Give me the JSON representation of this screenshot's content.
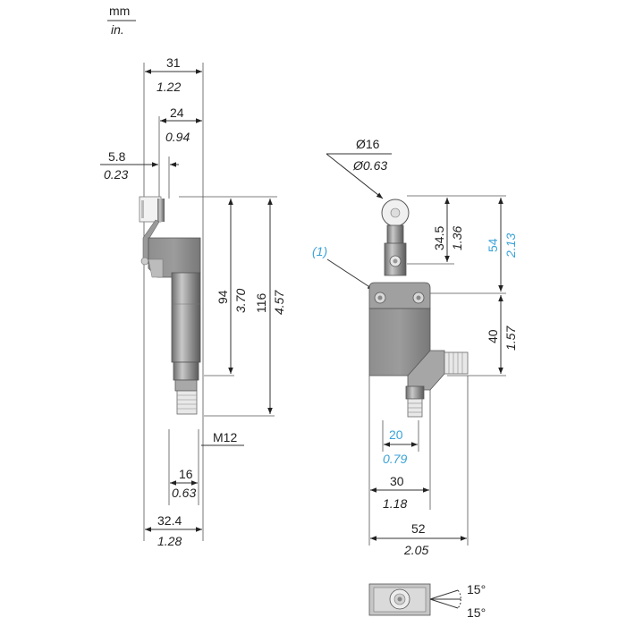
{
  "units": {
    "primary": "mm",
    "secondary": "in."
  },
  "side_view": {
    "width_overall": {
      "mm": "31",
      "in": "1.22"
    },
    "lever_offset": {
      "mm": "24",
      "in": "0.94"
    },
    "lever_thickness": {
      "mm": "5.8",
      "in": "0.23"
    },
    "height_body": {
      "mm": "94",
      "in": "3.70"
    },
    "height_total": {
      "mm": "116",
      "in": "4.57"
    },
    "connector": "M12",
    "connector_width": {
      "mm": "16",
      "in": "0.63"
    },
    "base_width": {
      "mm": "32.4",
      "in": "1.28"
    }
  },
  "front_view": {
    "roller_diameter": {
      "mm": "Ø16",
      "in": "Ø0.63"
    },
    "roller_height": {
      "mm": "34.5",
      "in": "1.36"
    },
    "actuator_height": {
      "mm": "54",
      "in": "2.13"
    },
    "body_height": {
      "mm": "40",
      "in": "1.57"
    },
    "mount_spacing": {
      "mm": "20",
      "in": "0.79"
    },
    "body_width": {
      "mm": "30",
      "in": "1.18"
    },
    "total_width": {
      "mm": "52",
      "in": "2.05"
    },
    "note_marker": "(1)"
  },
  "top_view": {
    "angle_upper": "15°",
    "angle_lower": "15°"
  },
  "colors": {
    "line": "#333333",
    "blue_dimension": "#3ba3d8",
    "housing": "#8a8a8a"
  }
}
